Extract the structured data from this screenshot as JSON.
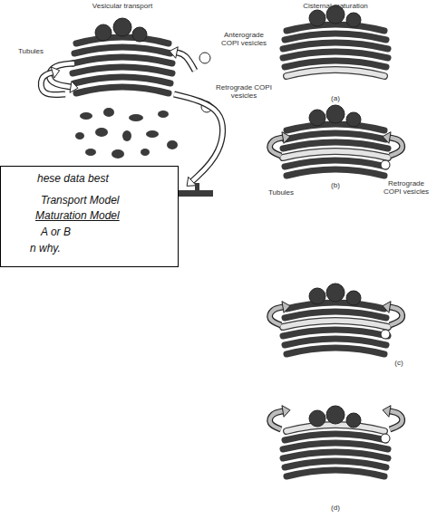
{
  "diagram": {
    "nodes": [
      {
        "text": [
          "hese data best",
          "Transport Model",
          "Maturation Model",
          "A or B",
          "n why."
        ]
      }
    ],
    "labels": [
      "Vesicular transport",
      "Cisternal maturation",
      "Tubules",
      "Anterograde COPI vesicles",
      "Retrograde COPI vesicles",
      "(a)",
      "(b)",
      "Tubules",
      "Retrograde COPI vesicles",
      "(c)",
      "(d)"
    ]
  }
}
